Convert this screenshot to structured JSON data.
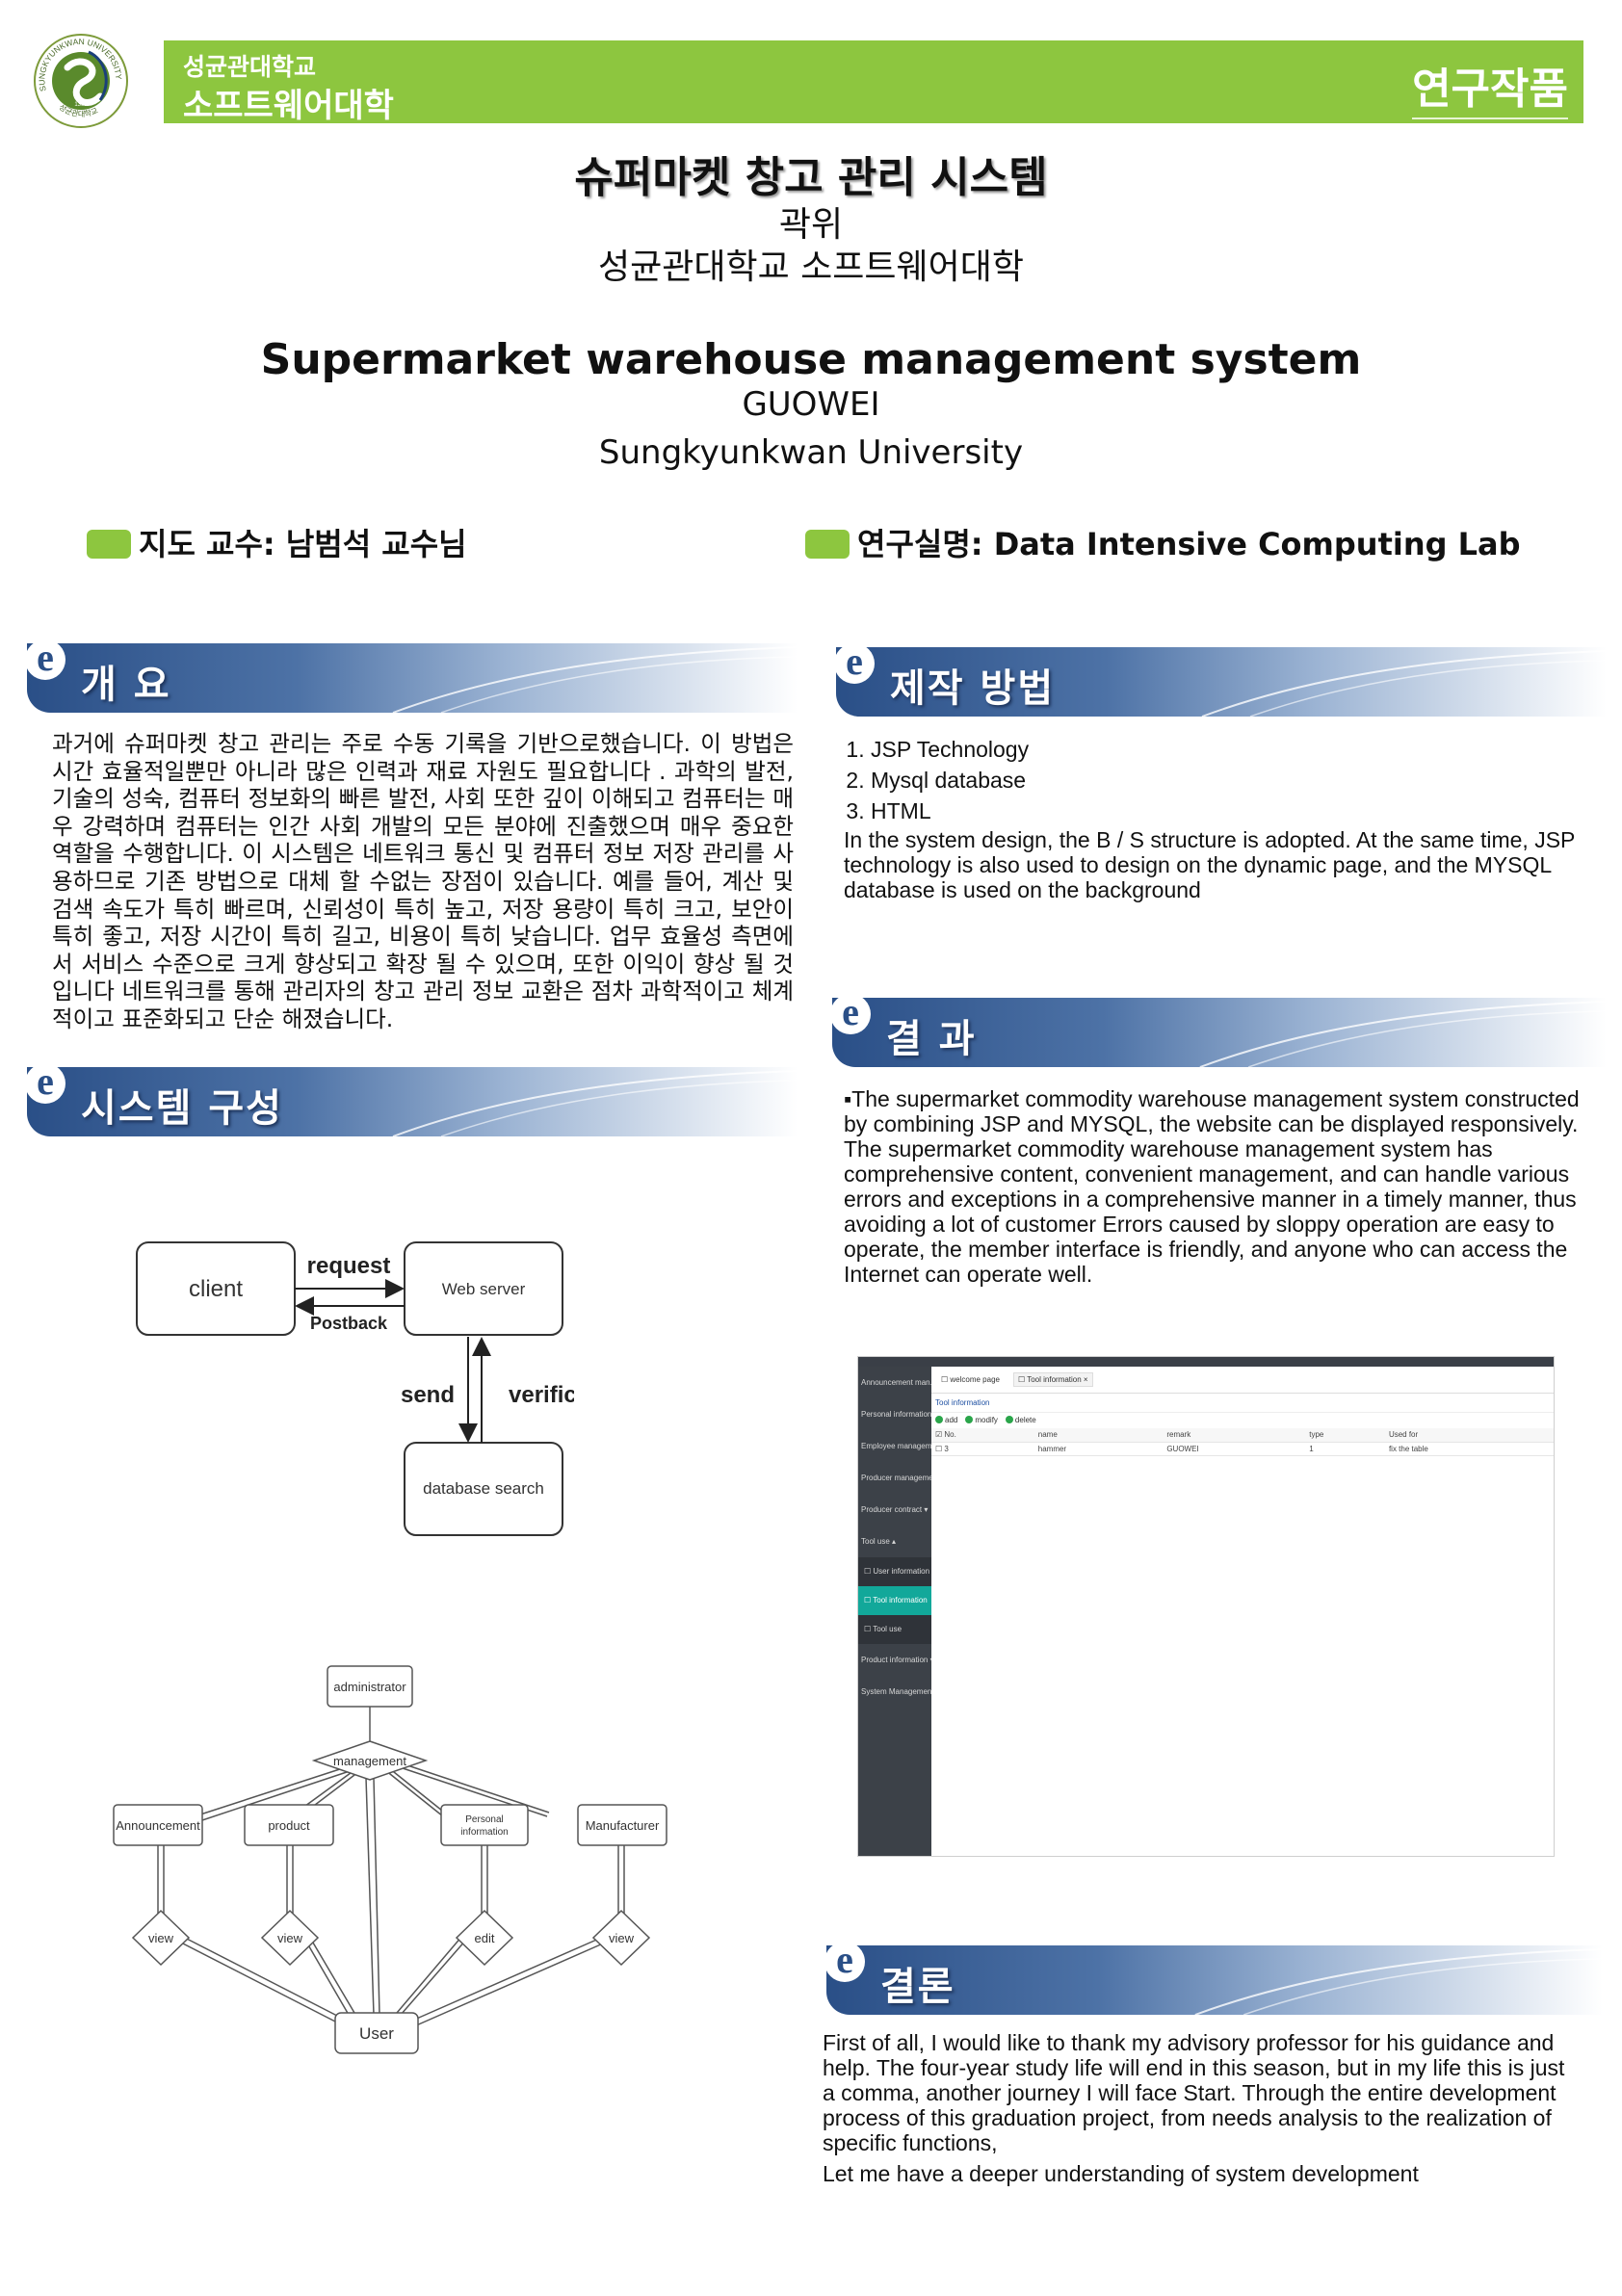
{
  "header": {
    "university": "성균관대학교",
    "college": "소프트웨어대학",
    "category": "연구작품",
    "logo_ring_text": "SUNGKYUNKWAN UNIVERSITY",
    "logo_bottom_text": "성균관대학교",
    "logo_year": "1398"
  },
  "title": {
    "korean": "슈퍼마켓 창고 관리 시스템",
    "author_korean": "곽위",
    "affiliation_korean": "성균관대학교 소프트웨어대학",
    "english": "Supermarket warehouse management system",
    "author_english": "GUOWEI",
    "affiliation_english": "Sungkyunkwan University"
  },
  "info": {
    "advisor": "지도 교수:  남범석 교수님",
    "lab": "연구실명: Data Intensive Computing Lab"
  },
  "sections": {
    "overview": {
      "title": "개 요",
      "text": "과거에 슈퍼마켓 창고 관리는 주로 수동 기록을 기반으로했습니다. 이 방법은 시간 효율적일뿐만 아니라 많은 인력과 재료 자원도 필요합니다 . 과학의 발전, 기술의 성숙, 컴퓨터 정보화의 빠른 발전, 사회 또한 깊이 이해되고 컴퓨터는 매우 강력하며 컴퓨터는 인간 사회 개발의 모든 분야에 진출했으며 매우 중요한 역할을 수행합니다. 이 시스템은 네트워크 통신 및 컴퓨터 정보 저장 관리를 사용하므로 기존 방법으로 대체 할 수없는 장점이 있습니다. 예를 들어, 계산 및 검색 속도가 특히 빠르며, 신뢰성이 특히 높고, 저장 용량이 특히 크고, 보안이 특히 좋고, 저장 시간이 특히 길고, 비용이 특히 낮습니다. 업무 효율성 측면에서 서비스 수준으로 크게 향상되고 확장 될 수 있으며, 또한 이익이 향상 될 것입니다 네트워크를 통해 관리자의 창고 관리 정보 교환은 점차 과학적이고 체계적이고 표준화되고 단순 해졌습니다."
    },
    "system": {
      "title": "시스템 구성",
      "flow": {
        "client": "client",
        "web_server": "Web server",
        "database": "database search",
        "request": "request",
        "postback": "Postback",
        "send": "send",
        "verification": "verification"
      },
      "er": {
        "administrator": "administrator",
        "management": "management",
        "announcement": "Announcement",
        "product": "product",
        "personal_1": "Personal",
        "personal_2": "information",
        "manufacturer": "Manufacturer",
        "view1": "view",
        "view2": "view",
        "edit": "edit",
        "view3": "view",
        "user": "User"
      }
    },
    "method": {
      "title": "제작 방법",
      "items": [
        "JSP Technology",
        "Mysql database",
        "HTML"
      ],
      "description": " In the system design, the B / S structure is adopted. At the same time, JSP technology is also used to design on the dynamic page, and the MYSQL database is used on the background"
    },
    "result": {
      "title": "결 과",
      "text": "▪The supermarket commodity warehouse management system constructed by combining JSP and MYSQL, the website can be displayed responsively. The supermarket commodity warehouse management system has comprehensive content, convenient management, and can handle various errors and exceptions in a comprehensive manner in a timely manner, thus avoiding a lot of customer Errors caused by sloppy operation are easy to operate, the member interface is friendly, and anyone who can access the Internet can operate well."
    },
    "conclusion": {
      "title": "결론",
      "text1": "First of all, I would like to thank my advisory professor for his guidance and help. The four-year study life will end in this season, but in my life this is just a comma, another journey I will face Start. Through the entire development process of this graduation project, from needs analysis to the realization of specific functions,",
      "text2": "Let me have a deeper understanding of system development"
    }
  },
  "screenshot": {
    "sidebar": [
      "Announcement man.. ▾",
      "Personal information ▾",
      "Employee managem.. ▾",
      "Producer management ▾",
      "Producer contract ▾",
      "Tool use ▴"
    ],
    "sidebar_sub": [
      "☐ User information",
      "☐ Tool information",
      "☐ Tool use"
    ],
    "sidebar_after": [
      "Product information ▾",
      "System Management ▾"
    ],
    "tabs": [
      "☐ welcome page",
      "☐ Tool information ×"
    ],
    "breadcrumb": "Tool information",
    "buttons": [
      "add",
      "modify",
      "delete"
    ],
    "columns": [
      "☑ No.",
      "name",
      "remark",
      "type",
      "Used for"
    ],
    "row": [
      "☐ 3",
      "hammer",
      "GUOWEI",
      "1",
      "fix the table"
    ]
  },
  "colors": {
    "brand_green": "#8dc63f",
    "section_blue": "#2a4f87",
    "active_teal": "#12a89a"
  }
}
